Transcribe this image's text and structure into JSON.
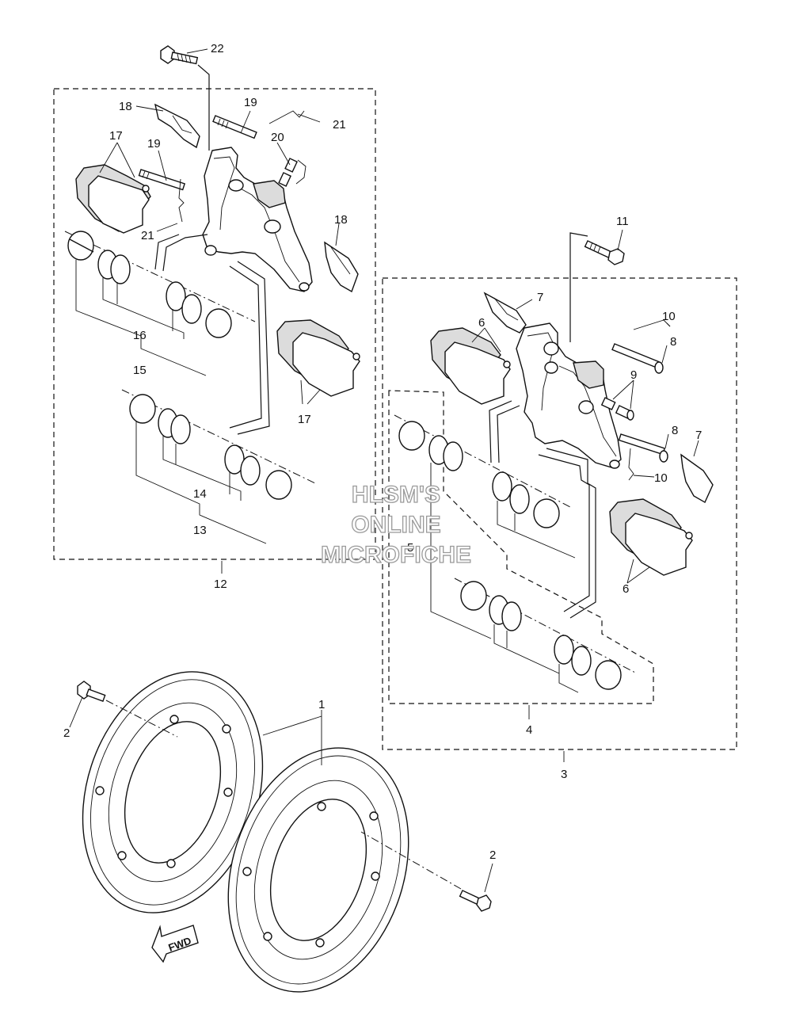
{
  "watermark": {
    "line1": "HLSM'S",
    "line2": "ONLINE",
    "line3": "MICROFICHE"
  },
  "fwd_label": "FWD",
  "labels": {
    "l1": "1",
    "l2a": "2",
    "l2b": "2",
    "l3": "3",
    "l4": "4",
    "l5": "5",
    "l6a": "6",
    "l6b": "6",
    "l7a": "7",
    "l7b": "7",
    "l8a": "8",
    "l8b": "8",
    "l9": "9",
    "l10a": "10",
    "l10b": "10",
    "l11": "11",
    "l12": "12",
    "l13": "13",
    "l14": "14",
    "l15": "15",
    "l16": "16",
    "l17a": "17",
    "l17b": "17",
    "l18a": "18",
    "l18b": "18",
    "l19a": "19",
    "l19b": "19",
    "l20": "20",
    "l21a": "21",
    "l21b": "21",
    "l22": "22"
  }
}
